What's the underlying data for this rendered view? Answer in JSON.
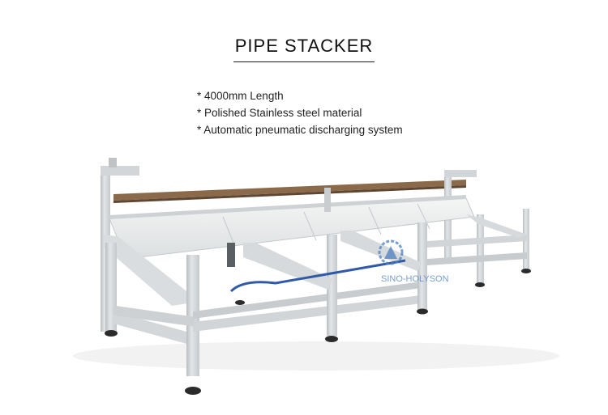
{
  "title": "PIPE STACKER",
  "features": [
    "4000mm Length",
    "Polished Stainless steel material",
    "Automatic pneumatic discharging system"
  ],
  "watermark": {
    "text": "SINO-HOLYSON",
    "color": "#4a7fc1"
  },
  "colors": {
    "frame": "#d6d9db",
    "frame_shadow": "#a9aeb2",
    "panel": "#eeefef",
    "rail": "#8a6a4a",
    "foot": "#2b2b2b",
    "tube": "#2f5aa8"
  }
}
